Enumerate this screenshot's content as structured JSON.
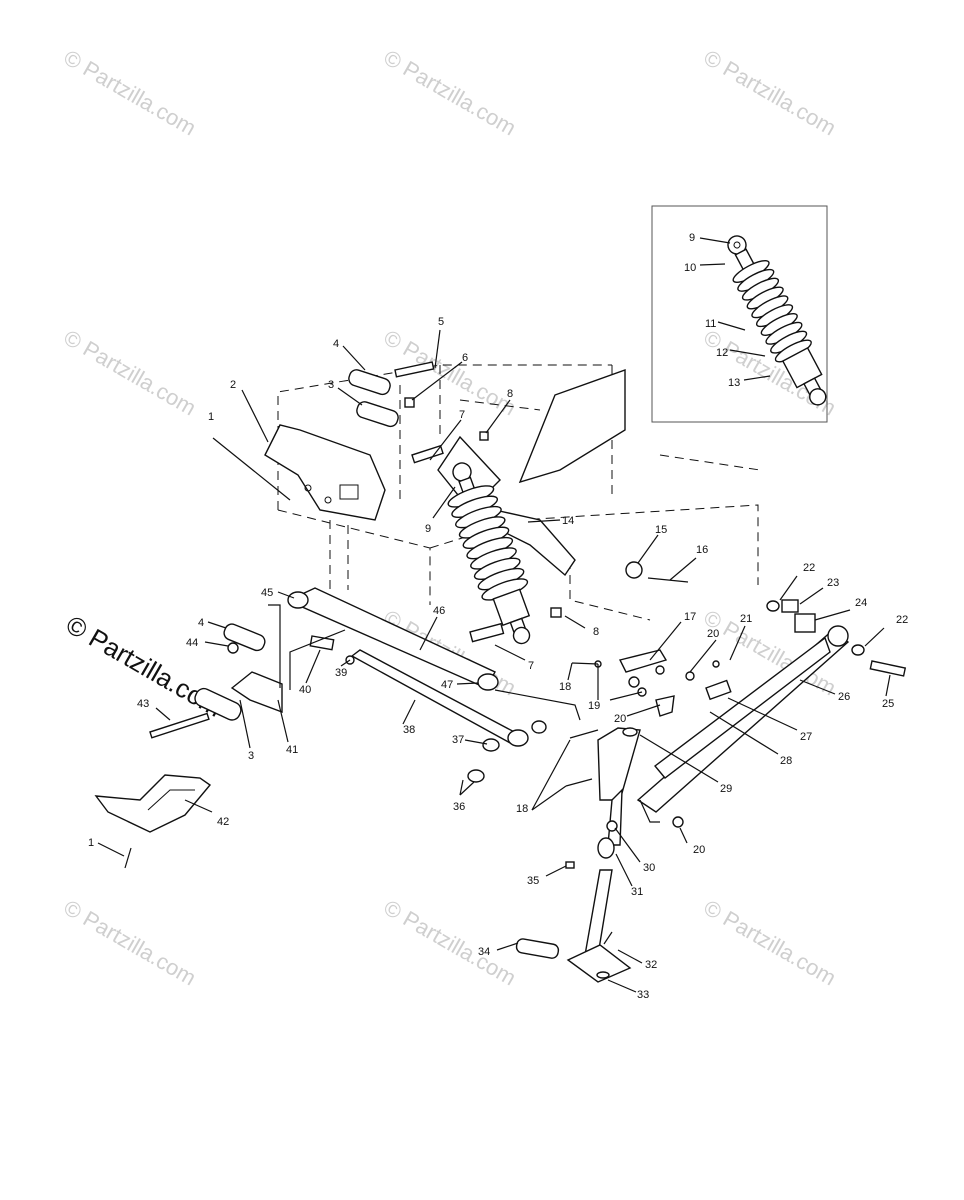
{
  "watermark": {
    "text": "© Partzilla.com",
    "main_text": "© Partzilla.com"
  },
  "callouts": {
    "c1a": "1",
    "c2": "2",
    "c3a": "3",
    "c4a": "4",
    "c5": "5",
    "c6": "6",
    "c7a": "7",
    "c8a": "8",
    "c9a": "9",
    "c14": "14",
    "c15": "15",
    "c16": "16",
    "c45": "45",
    "c4b": "4",
    "c44": "44",
    "c46": "46",
    "c8b": "8",
    "c7b": "7",
    "c17": "17",
    "c20a": "20",
    "c21": "21",
    "c22a": "22",
    "c23": "23",
    "c24": "24",
    "c22b": "22",
    "c40": "40",
    "c39": "39",
    "c47": "47",
    "c18a": "18",
    "c19": "19",
    "c20b": "20",
    "c25": "25",
    "c26": "26",
    "c43": "43",
    "c3b": "3",
    "c41": "41",
    "c38": "38",
    "c37": "37",
    "c36": "36",
    "c27": "27",
    "c28": "28",
    "c29": "29",
    "c18b": "18",
    "c42": "42",
    "c1b": "1",
    "c20c": "20",
    "c30": "30",
    "c35": "35",
    "c31": "31",
    "c34": "34",
    "c32": "32",
    "c33": "33",
    "i9": "9",
    "i10": "10",
    "i11": "11",
    "i12": "12",
    "i13": "13"
  }
}
